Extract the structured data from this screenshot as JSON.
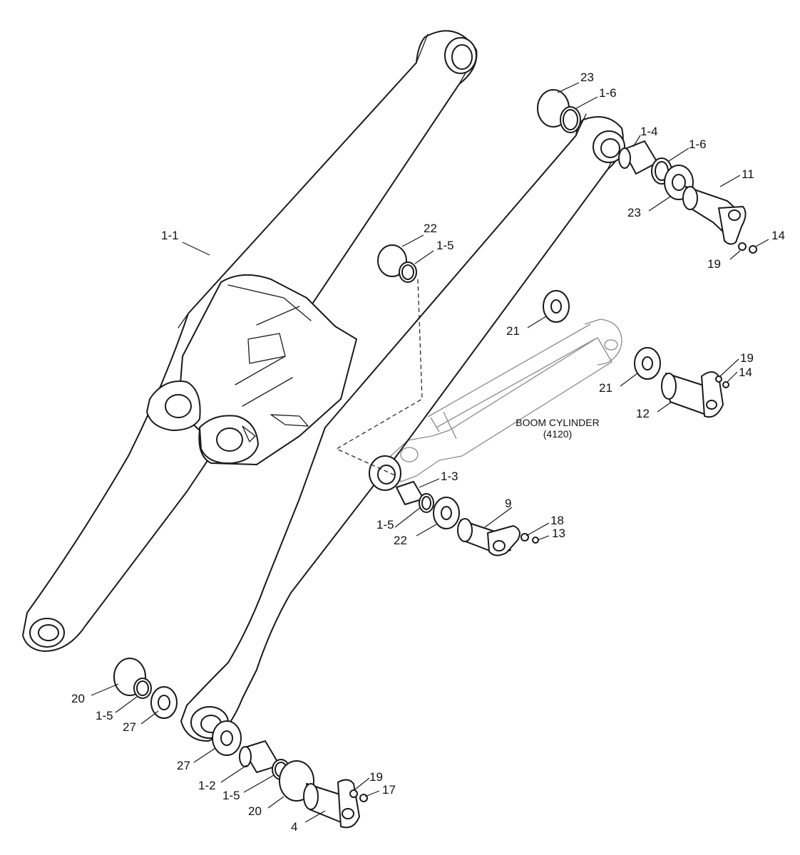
{
  "colors": {
    "line": "#1a1a1a",
    "ghost": "#8a8a8a",
    "background": "#ffffff"
  },
  "cylinder_label": {
    "name": "BOOM CYLINDER",
    "ref": "(4120)"
  },
  "callouts": {
    "c_1_1": "1-1",
    "c_23_top": "23",
    "c_1_6_top": "1-6",
    "c_1_4": "1-4",
    "c_1_6_mid": "1-6",
    "c_11": "11",
    "c_23_mid": "23",
    "c_14_top": "14",
    "c_19_top": "19",
    "c_22_top": "22",
    "c_1_5_top": "1-5",
    "c_21_top": "21",
    "c_19_mid": "19",
    "c_14_mid": "14",
    "c_21_mid": "21",
    "c_12": "12",
    "c_1_3": "1-3",
    "c_9": "9",
    "c_18": "18",
    "c_13": "13",
    "c_1_5_mid": "1-5",
    "c_22_mid": "22",
    "c_20_left": "20",
    "c_1_5_left": "1-5",
    "c_27_left": "27",
    "c_27_bottom": "27",
    "c_1_2": "1-2",
    "c_1_5_bottom": "1-5",
    "c_20_bottom": "20",
    "c_19_bottom": "19",
    "c_17": "17",
    "c_4": "4"
  }
}
